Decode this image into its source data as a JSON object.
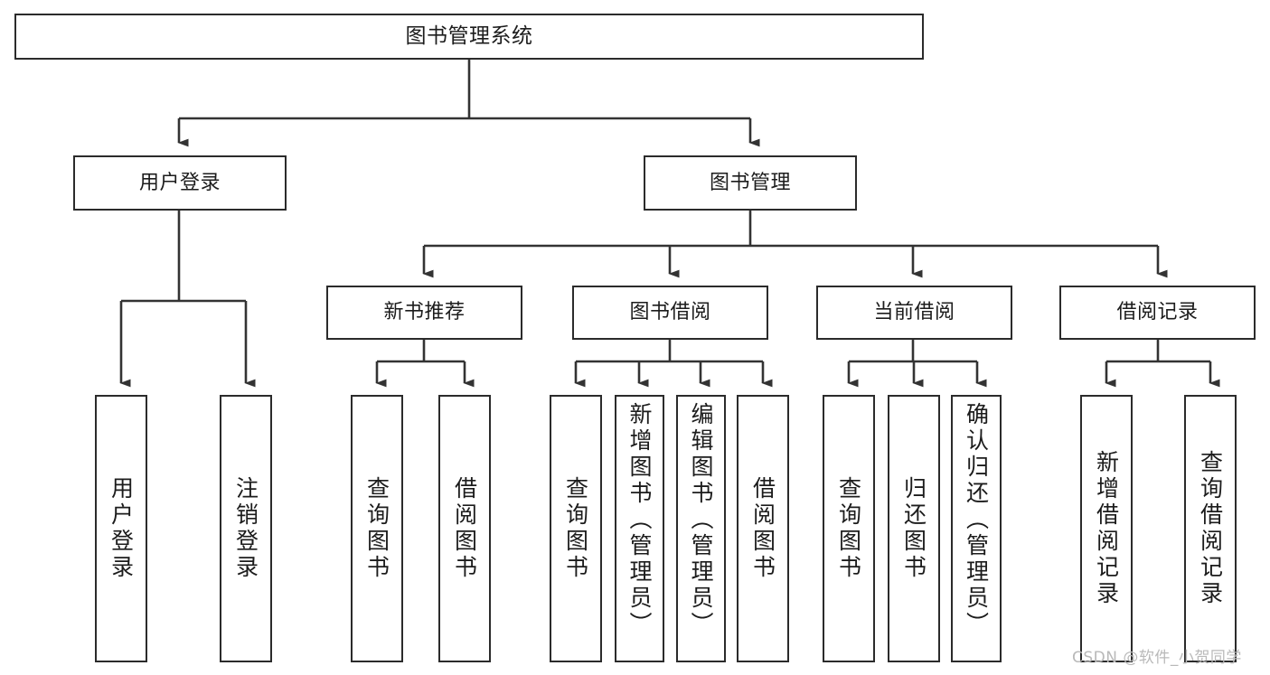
{
  "diagram": {
    "title": "图书管理系统",
    "type": "hierarchy-tree",
    "watermark": "CSDN @软件_小贺同学",
    "colors": {
      "box_border": "#2b2b2b",
      "box_fill": "#ffffff",
      "connector": "#333333",
      "text": "#1c1c1c",
      "watermark": "#b9b9b9"
    },
    "levels": [
      {
        "level": 1,
        "nodes": [
          {
            "id": "root",
            "label": "图书管理系统"
          }
        ]
      },
      {
        "level": 2,
        "nodes": [
          {
            "id": "user-login",
            "label": "用户登录"
          },
          {
            "id": "book-manage",
            "label": "图书管理"
          }
        ]
      },
      {
        "level": 3,
        "nodes": [
          {
            "id": "new-book-recommend",
            "label": "新书推荐"
          },
          {
            "id": "book-borrow",
            "label": "图书借阅"
          },
          {
            "id": "current-borrow",
            "label": "当前借阅"
          },
          {
            "id": "borrow-record",
            "label": "借阅记录"
          }
        ]
      },
      {
        "level": 4,
        "nodes": [
          {
            "id": "leaf-user-login",
            "label": "用户登录",
            "parent": "user-login"
          },
          {
            "id": "leaf-logout-login",
            "label": "注销登录",
            "parent": "user-login"
          },
          {
            "id": "leaf-query-book-1",
            "label": "查询图书",
            "parent": "new-book-recommend"
          },
          {
            "id": "leaf-borrow-book-1",
            "label": "借阅图书",
            "parent": "new-book-recommend"
          },
          {
            "id": "leaf-query-book-2",
            "label": "查询图书",
            "parent": "book-borrow"
          },
          {
            "id": "leaf-add-book",
            "label": "新增图书（管理员）",
            "parent": "book-borrow"
          },
          {
            "id": "leaf-edit-book",
            "label": "编辑图书（管理员）",
            "parent": "book-borrow"
          },
          {
            "id": "leaf-borrow-book-2",
            "label": "借阅图书",
            "parent": "book-borrow"
          },
          {
            "id": "leaf-query-book-3",
            "label": "查询图书",
            "parent": "current-borrow"
          },
          {
            "id": "leaf-return-book",
            "label": "归还图书",
            "parent": "current-borrow"
          },
          {
            "id": "leaf-confirm-return",
            "label": "确认归还（管理员）",
            "parent": "current-borrow"
          },
          {
            "id": "leaf-add-record",
            "label": "新增借阅记录",
            "parent": "borrow-record"
          },
          {
            "id": "leaf-query-record",
            "label": "查询借阅记录",
            "parent": "borrow-record"
          }
        ]
      }
    ]
  }
}
